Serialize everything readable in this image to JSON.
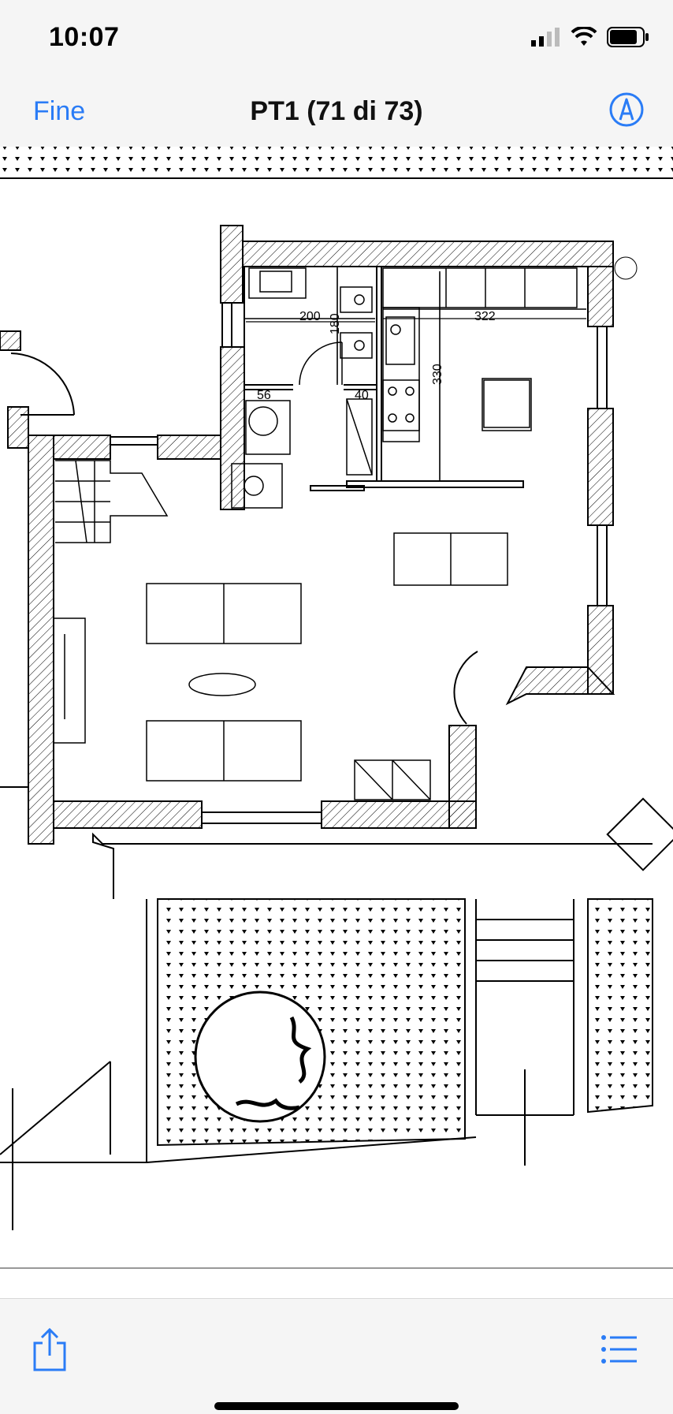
{
  "status_bar": {
    "time": "10:07",
    "icons": [
      "cellular-signal-icon",
      "wifi-icon",
      "battery-icon"
    ]
  },
  "nav": {
    "done_label": "Fine",
    "title": "PT1 (71 di 73)",
    "markup_icon": "markup-pen-icon"
  },
  "plan": {
    "dim_1": "200",
    "dim_2": "180",
    "dim_3": "322",
    "dim_4": "330",
    "dim_5": "56",
    "dim_6": "40"
  },
  "toolbar": {
    "share_icon": "share-icon",
    "list_icon": "list-icon"
  },
  "colors": {
    "accent": "#2a7cf6",
    "background": "#f5f5f5",
    "drawing": "#000000"
  }
}
